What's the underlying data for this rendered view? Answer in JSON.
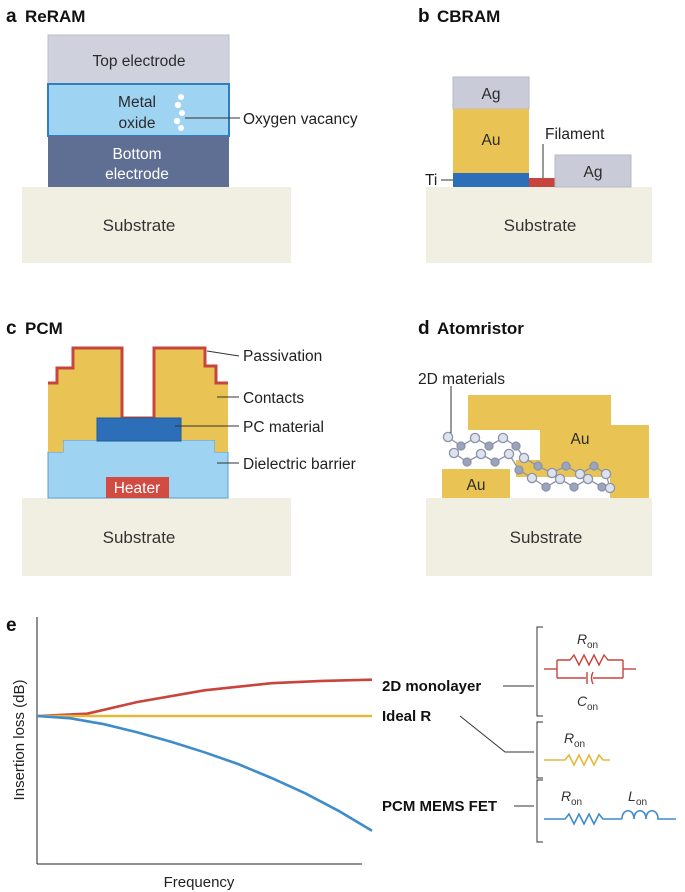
{
  "panels": {
    "a": {
      "letter": "a",
      "title": "ReRAM",
      "top_electrode": "Top electrode",
      "oxide_line1": "Metal",
      "oxide_line2": "oxide",
      "bottom_line1": "Bottom",
      "bottom_line2": "electrode",
      "vacancy": "Oxygen vacancy",
      "substrate": "Substrate"
    },
    "b": {
      "letter": "b",
      "title": "CBRAM",
      "ag_top": "Ag",
      "au": "Au",
      "ag_right": "Ag",
      "ti": "Ti",
      "filament": "Filament",
      "substrate": "Substrate"
    },
    "c": {
      "letter": "c",
      "title": "PCM",
      "passivation": "Passivation",
      "contacts": "Contacts",
      "pc_material": "PC material",
      "dielectric": "Dielectric barrier",
      "heater": "Heater",
      "substrate": "Substrate"
    },
    "d": {
      "letter": "d",
      "title": "Atomristor",
      "materials": "2D materials",
      "au_large": "Au",
      "au_small": "Au",
      "substrate": "Substrate"
    }
  },
  "panel_e": {
    "letter": "e",
    "chart_data": {
      "type": "line",
      "xlabel": "Frequency",
      "ylabel": "Insertion loss (dB)",
      "series": [
        {
          "name": "2D monolayer",
          "color": "#c8453d",
          "x": [
            0,
            0.15,
            0.3,
            0.5,
            0.7,
            0.85,
            1.0
          ],
          "y": [
            0,
            0.02,
            0.12,
            0.22,
            0.28,
            0.3,
            0.31
          ]
        },
        {
          "name": "Ideal R",
          "color": "#e3b93c",
          "x": [
            0,
            0.25,
            0.5,
            0.75,
            1.0
          ],
          "y": [
            0,
            0,
            0,
            0,
            0
          ]
        },
        {
          "name": "PCM MEMS FET",
          "color": "#3f8ccb",
          "x": [
            0,
            0.1,
            0.2,
            0.3,
            0.4,
            0.5,
            0.6,
            0.7,
            0.8,
            0.9,
            1.0
          ],
          "y": [
            0,
            -0.02,
            -0.07,
            -0.14,
            -0.22,
            -0.31,
            -0.41,
            -0.53,
            -0.66,
            -0.81,
            -0.98
          ]
        }
      ]
    },
    "circuits": {
      "r1": "R",
      "r1_sub": "on",
      "c1": "C",
      "c1_sub": "on",
      "r2": "R",
      "r2_sub": "on",
      "r3": "R",
      "r3_sub": "on",
      "l3": "L",
      "l3_sub": "on"
    }
  },
  "colors": {
    "gold": "#e9c455",
    "red": "#c8453d",
    "blue_ox": "#9fd3f2",
    "steel": "#5f6f93",
    "substrate": "#f1efe1",
    "ag": "#c9ccd8",
    "ti": "#2c6fb8"
  }
}
